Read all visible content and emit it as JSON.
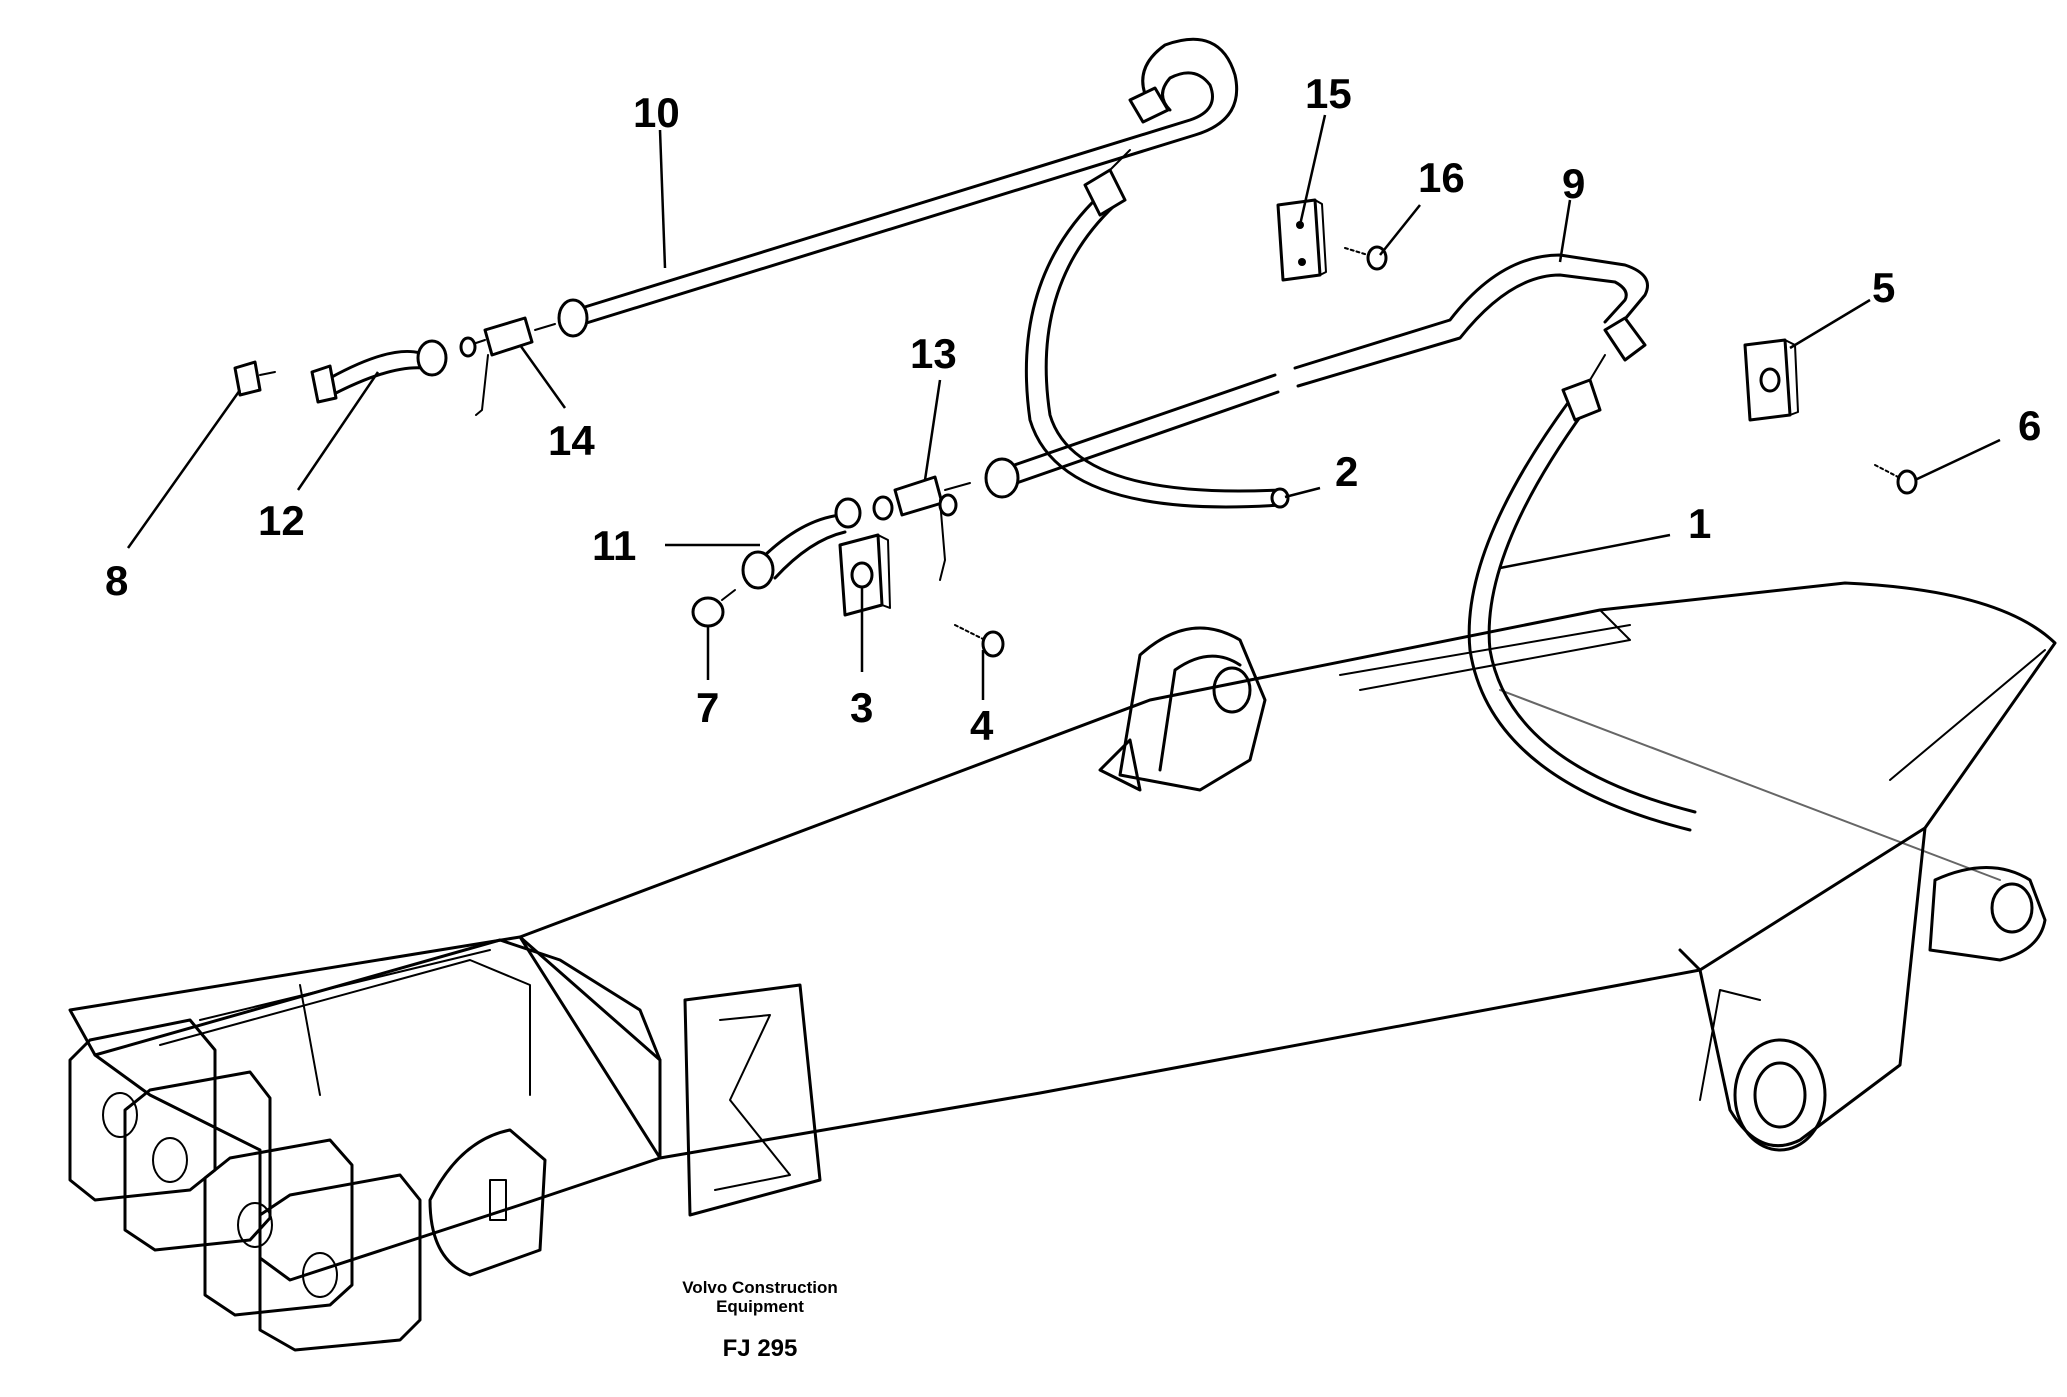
{
  "parts": [
    {
      "id": "1",
      "label": "1",
      "name": "hose-long"
    },
    {
      "id": "2",
      "label": "2",
      "name": "hose-short"
    },
    {
      "id": "3",
      "label": "3",
      "name": "clamp-block-front"
    },
    {
      "id": "4",
      "label": "4",
      "name": "screw-front"
    },
    {
      "id": "5",
      "label": "5",
      "name": "clamp-block-right"
    },
    {
      "id": "6",
      "label": "6",
      "name": "screw-right"
    },
    {
      "id": "7",
      "label": "7",
      "name": "cap-front"
    },
    {
      "id": "8",
      "label": "8",
      "name": "cap-rear"
    },
    {
      "id": "9",
      "label": "9",
      "name": "pipe-lower"
    },
    {
      "id": "10",
      "label": "10",
      "name": "pipe-upper"
    },
    {
      "id": "11",
      "label": "11",
      "name": "hose-elbow-front"
    },
    {
      "id": "12",
      "label": "12",
      "name": "hose-elbow-rear"
    },
    {
      "id": "13",
      "label": "13",
      "name": "valve-front"
    },
    {
      "id": "14",
      "label": "14",
      "name": "valve-rear"
    },
    {
      "id": "15",
      "label": "15",
      "name": "plate-top"
    },
    {
      "id": "16",
      "label": "16",
      "name": "screw-top"
    }
  ],
  "caption": {
    "maker_line1": "Volvo Construction",
    "maker_line2": "Equipment",
    "code": "FJ 295"
  }
}
